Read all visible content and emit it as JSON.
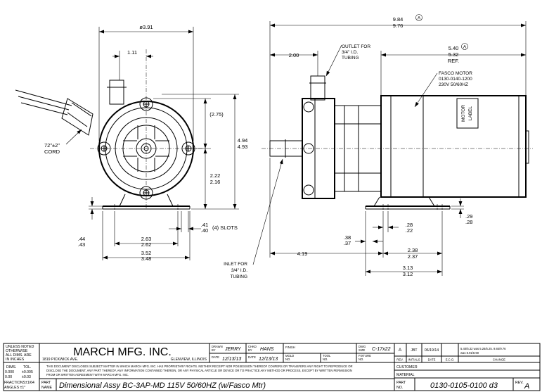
{
  "front_view": {
    "dim_overall_width": "ø3.91",
    "dim_shaft_offset": "1.11",
    "dim_upper_height": "(2.75)",
    "dim_lower_height_max": "2.22",
    "dim_lower_height_min": "2.16",
    "dim_total_height_max": "4.94",
    "dim_total_height_min": "4.93",
    "cord_label_line1": "72\"±2\"",
    "cord_label_line2": "CORD",
    "dim_foot_height_max": ".44",
    "dim_foot_height_min": ".43",
    "dim_slot_spacing_max": "2.63",
    "dim_slot_spacing_min": "2.62",
    "dim_slot_width_max": ".41",
    "dim_slot_width_min": ".40",
    "slots_note": "(4)  SLOTS",
    "dim_base_width_max": "3.52",
    "dim_base_width_min": "3.48"
  },
  "side_view": {
    "dim_overall_length_max": "9.84",
    "dim_overall_length_min": "9.76",
    "rev_marker": "A",
    "dim_outlet_offset": "2.00",
    "outlet_note_line1": "OUTLET FOR",
    "outlet_note_line2": "3/4\" I.D.",
    "outlet_note_line3": "TUBING",
    "dim_motor_length_max": "5.40",
    "dim_motor_length_min": "5.32",
    "dim_motor_ref": "REF.",
    "motor_note_line1": "FASCO MOTOR",
    "motor_note_line2": "0130-0140-1200",
    "motor_note_line3": "230V 50/60HZ",
    "motor_label_line1": "MOTOR",
    "motor_label_line2": "LABEL",
    "dim_foot_gap_max": ".29",
    "dim_foot_gap_min": ".28",
    "dim_slot_a_max": ".28",
    "dim_slot_a_min": ".22",
    "dim_slot_b_max": ".38",
    "dim_slot_b_min": ".37",
    "dim_inlet_offset": "4.19",
    "dim_mount_a_max": "2.38",
    "dim_mount_a_min": "2.37",
    "dim_mount_b_max": "3.13",
    "dim_mount_b_min": "3.12",
    "inlet_note_line1": "INLET FOR",
    "inlet_note_line2": "3/4\" I.D.",
    "inlet_note_line3": "TUBING"
  },
  "title_block": {
    "tolerance_line1": "UNLESS NOTED",
    "tolerance_line2": "OTHERWISE",
    "tolerance_line3": "ALL DIMS. ARE",
    "tolerance_line4": "IN INCHES",
    "tol_dims_label": "DIMS.",
    "tol_tol_label": "TOL.",
    "tol_row1_dim": "0.000",
    "tol_row1_tol": "±0.005",
    "tol_row2_dim": "0.00",
    "tol_row2_tol": "±0.03",
    "tol_fractions": "FRACTIONS±1/64",
    "tol_angles": "ANGLES  ±1°",
    "company_name": "MARCH MFG. INC.",
    "company_street": "1819 PICKWICK AVE.",
    "company_city": "GLENVIEW, ILLINOIS",
    "drawn_by_label_1": "DRAWN",
    "drawn_by_label_2": "BY",
    "drawn_by_value": "JERRY",
    "chkd_by_label_1": "CHKD",
    "chkd_by_label_2": "BY",
    "chkd_by_value": "HANS",
    "finish_label": "FINISH",
    "dwg_size_label_1": "DWG",
    "dwg_size_label_2": "SIZE",
    "dwg_size_value": "C-17x22",
    "date_label": "DATE",
    "drawn_date": "12/13/13",
    "chkd_date": "12/13/13",
    "mold_label_1": "MOLD",
    "mold_label_2": "NO.",
    "tool_label_1": "TOOL",
    "tool_label_2": "NO.",
    "fixture_label_1": "FIXTURE",
    "fixture_label_2": "NO.",
    "proprietary_line1": "THIS DOCUMENT DISCLOSES SUBJECT MATTER IN WHICH MARCH MFG. INC. HAS PROPRIETARY RIGHTS. NEITHER RECEIPT NOR POSSESSION THEREOF CONFERS OR TRANSFERS ANY RIGHT TO REPRODUCE OR",
    "proprietary_line2": "DISCLOSE THE DOCUMENT, ANY PART THEREOF, ANY INFORMATION CONTAINED THEREIN, OR ANY PHYSICAL ARTICLE OR DEVICE OR TO PRACTICE ANY METHOD OR PROCESS, EXCEPT BY WRITTEN PERMISSION",
    "proprietary_line3": "FROM OR WRITTEN AGREEMENT WITH MARCH MFG. INC.",
    "part_name_label_1": "PART",
    "part_name_label_2": "NAME",
    "part_name_value": "Dimensional Assy BC-3AP-MD 115V 50/60HZ (w/Fasco Mtr)",
    "part_no_label_1": "PART",
    "part_no_label_2": "NO.",
    "part_no_value": "0130-0105-0100 d3",
    "rev_label": "REV.",
    "rev_value": "A"
  },
  "revision_block": {
    "row_rev": "A",
    "row_initials": "JBT",
    "row_date": "06/19/14",
    "row_change_line1": "5.40/5.32 was 5.26/5.25. 9.84/9.76",
    "row_change_line2": "was 8.91/8.90",
    "hdr_rev": "REV.",
    "hdr_initials": "INITIALS",
    "hdr_date": "DATE",
    "hdr_eco": "E.C.O.",
    "hdr_change": "CHANGE",
    "customer_label": "CUSTOMER",
    "material_label": "MATERIAL"
  }
}
